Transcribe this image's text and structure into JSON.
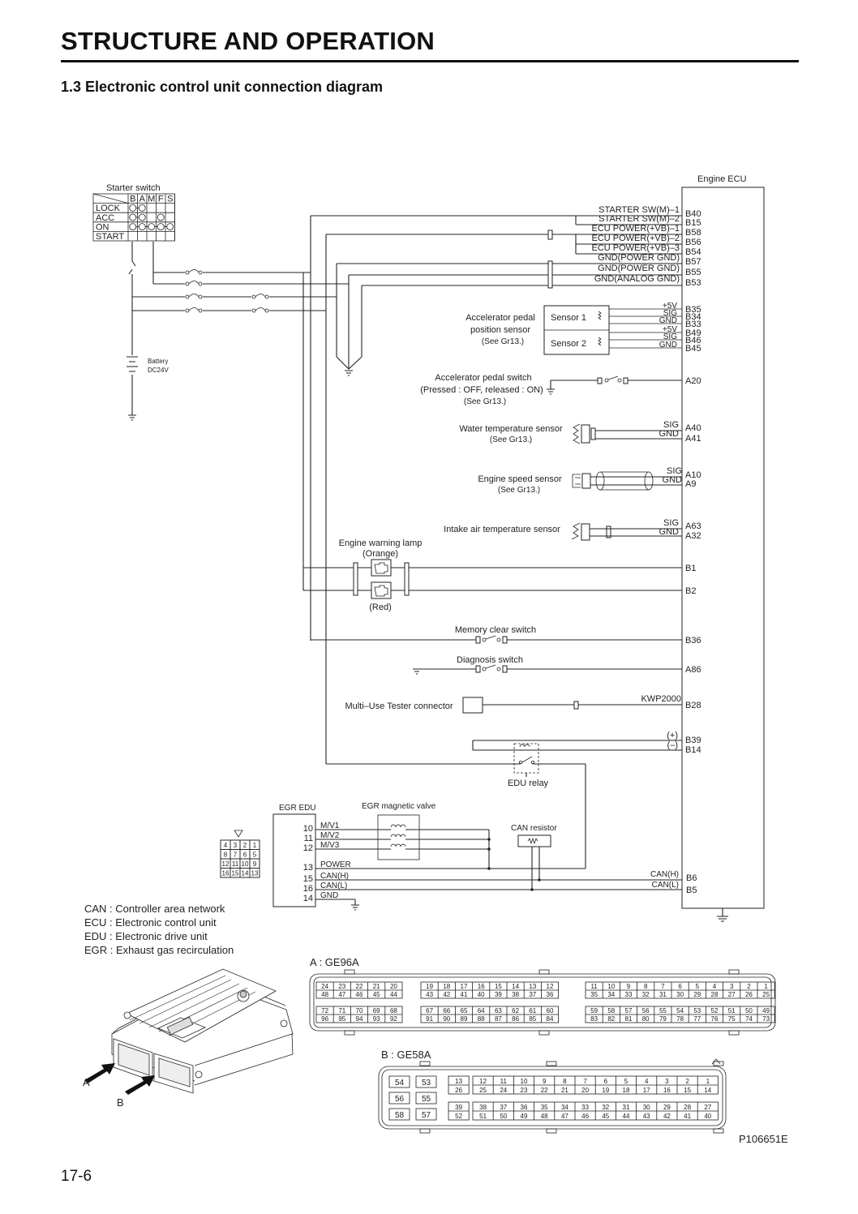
{
  "header": {
    "title": "STRUCTURE AND OPERATION",
    "section": "1.3  Electronic control unit connection diagram"
  },
  "page_number": "17-6",
  "figure_id": "P106651E",
  "ecu_title": "Engine ECU",
  "starter_switch": {
    "title": "Starter switch",
    "columns": [
      "B",
      "A",
      "M",
      "F",
      "S"
    ],
    "rows": [
      "LOCK",
      "ACC",
      "ON",
      "START"
    ]
  },
  "battery": {
    "label1": "Battery",
    "label2": "DC24V"
  },
  "ecu_signals_top": [
    {
      "signal": "STARTER SW(M)–1",
      "pin": "B40"
    },
    {
      "signal": "STARTER SW(M)–2",
      "pin": "B15"
    },
    {
      "signal": "ECU POWER(+VB)–1",
      "pin": "B58"
    },
    {
      "signal": "ECU POWER(+VB)–2",
      "pin": "B56"
    },
    {
      "signal": "ECU POWER(+VB)–3",
      "pin": "B54"
    },
    {
      "signal": "GND(POWER GND)",
      "pin": "B57"
    },
    {
      "signal": "GND(POWER GND)",
      "pin": "B55"
    },
    {
      "signal": "GND(ANALOG GND)",
      "pin": "B53"
    }
  ],
  "accel_sensor": {
    "name1": "Accelerator pedal",
    "name2": "position sensor",
    "ref": "(See Gr13.)",
    "sensor1": "Sensor 1",
    "sensor2": "Sensor 2",
    "signals": [
      {
        "signal": "+5V",
        "pin": "B35"
      },
      {
        "signal": "SIG",
        "pin": "B34"
      },
      {
        "signal": "GND",
        "pin": "B33"
      },
      {
        "signal": "+5V",
        "pin": "B49"
      },
      {
        "signal": "SIG",
        "pin": "B46"
      },
      {
        "signal": "GND",
        "pin": "B45"
      }
    ]
  },
  "accel_switch": {
    "name": "Accelerator pedal switch",
    "state": "(Pressed : OFF, released : ON)",
    "ref": "(See Gr13.)",
    "pin": "A20"
  },
  "water_temp": {
    "name": "Water temperature sensor",
    "ref": "(See Gr13.)",
    "sig": "SIG",
    "gnd": "GND",
    "pin_sig": "A40",
    "pin_gnd": "A41"
  },
  "engine_speed": {
    "name": "Engine speed sensor",
    "ref": "(See Gr13.)",
    "sig": "SIG",
    "gnd": "GND",
    "pin_sig": "A10",
    "pin_gnd": "A9"
  },
  "intake_air": {
    "name": "Intake air temperature sensor",
    "sig": "SIG",
    "gnd": "GND",
    "pin_sig": "A63",
    "pin_gnd": "A32"
  },
  "warning_lamp": {
    "name": "Engine warning lamp",
    "color1": "(Orange)",
    "color2": "(Red)",
    "pin1": "B1",
    "pin2": "B2"
  },
  "memory_clear": {
    "name": "Memory clear switch",
    "pin": "B36"
  },
  "diagnosis": {
    "name": "Diagnosis switch",
    "pin": "A86"
  },
  "tester": {
    "name": "Multi–Use Tester connector",
    "signal": "KWP2000",
    "pin": "B28"
  },
  "edu_relay": {
    "name": "EDU relay",
    "plus": "(+)",
    "minus": "(–)",
    "pin_plus": "B39",
    "pin_minus": "B14"
  },
  "egr_edu": {
    "title": "EGR EDU",
    "pins": [
      {
        "num": "10",
        "sig": "M/V1"
      },
      {
        "num": "11",
        "sig": "M/V2"
      },
      {
        "num": "12",
        "sig": "M/V3"
      },
      {
        "num": "13",
        "sig": "POWER"
      },
      {
        "num": "15",
        "sig": "CAN(H)"
      },
      {
        "num": "16",
        "sig": "CAN(L)"
      },
      {
        "num": "14",
        "sig": "GND"
      }
    ]
  },
  "egr_valve": "EGR magnetic valve",
  "can_resistor": "CAN resistor",
  "can_pins": [
    {
      "signal": "CAN(H)",
      "pin": "B6"
    },
    {
      "signal": "CAN(L)",
      "pin": "B5"
    }
  ],
  "small_connector_rows": [
    [
      "4",
      "3",
      "2",
      "1"
    ],
    [
      "8",
      "7",
      "6",
      "5"
    ],
    [
      "12",
      "11",
      "10",
      "9"
    ],
    [
      "16",
      "15",
      "14",
      "13"
    ]
  ],
  "abbreviations": [
    "CAN : Controller area network",
    "ECU : Electronic control unit",
    "EDU : Electronic drive unit",
    "EGR : Exhaust gas recirculation"
  ],
  "arrow_labels": [
    "A",
    "B"
  ],
  "connector_a": {
    "title": "A : GE96A"
  },
  "connector_b": {
    "title": "B : GE58A",
    "big": [
      [
        "54",
        "53"
      ],
      [
        "56",
        "55"
      ],
      [
        "58",
        "57"
      ]
    ]
  }
}
